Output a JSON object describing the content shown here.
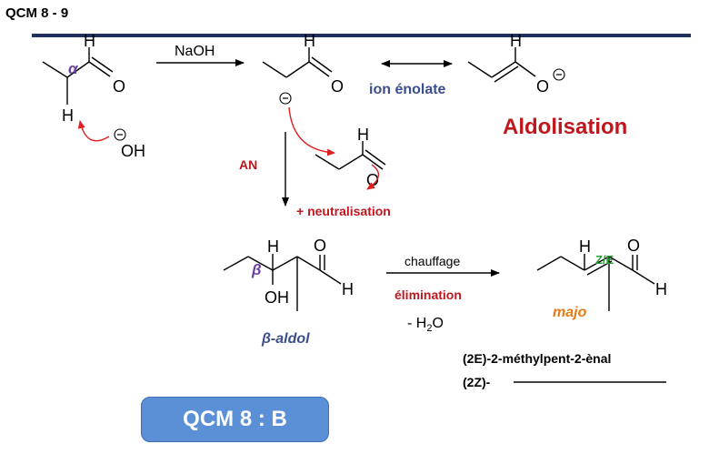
{
  "header": {
    "title": "QCM 8 - 9"
  },
  "reaction1": {
    "reagent_top": "NaOH",
    "hydroxide": "OH",
    "alpha": "α",
    "h": "H",
    "o": "O",
    "ion_label": "ion énolate"
  },
  "aldolisation": "Aldolisation",
  "step": {
    "an": "AN",
    "neutralisation": "+ neutralisation"
  },
  "aldol": {
    "beta": "β",
    "oh": "OH",
    "name": "β-aldol"
  },
  "reaction2": {
    "condition_top": "chauffage",
    "condition_bottom": "élimination",
    "byproduct_prefix": "- H",
    "byproduct_sub": "2",
    "byproduct_suffix": "O",
    "stereo": "Z/E",
    "major": "majo"
  },
  "products": {
    "p1_paren_open": "(",
    "p1_code": "2E",
    "p1_rest": ")-2-méthylpent-2-ènal",
    "p2": "(2Z)-"
  },
  "answer": "QCM 8 : B",
  "colors": {
    "header_rule": "#1f2f5e",
    "red": "#c0171f",
    "blue": "#3b4f8c",
    "purple": "#6b3fa0",
    "green": "#2e9e3a",
    "orange": "#e67a15",
    "answer_bg": "#5b8fd6"
  }
}
